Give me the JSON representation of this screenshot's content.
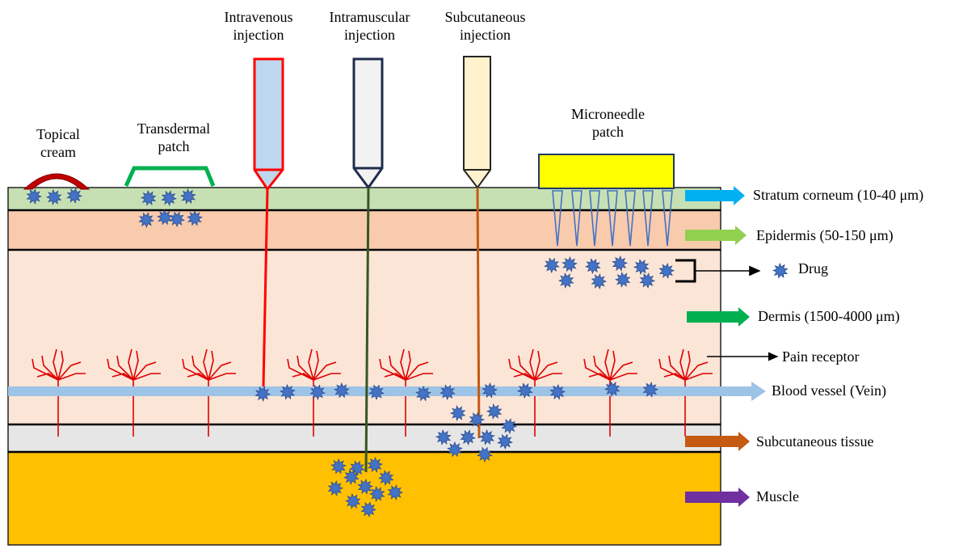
{
  "devices": {
    "topical_cream": {
      "line1": "Topical",
      "line2": "cream"
    },
    "transdermal_patch": {
      "line1": "Transdermal",
      "line2": "patch"
    },
    "intravenous": {
      "line1": "Intravenous",
      "line2": "injection"
    },
    "intramuscular": {
      "line1": "Intramuscular",
      "line2": "injection"
    },
    "subcutaneous": {
      "line1": "Subcutaneous",
      "line2": "injection"
    },
    "microneedle": {
      "line1": "Microneedle",
      "line2": "patch"
    }
  },
  "layer_labels": {
    "stratum_corneum": "Stratum corneum (10-40 μm)",
    "epidermis": "Epidermis (50-150 μm)",
    "drug": "Drug",
    "dermis": "Dermis (1500-4000 μm)",
    "pain_receptor": "Pain receptor",
    "blood_vessel": "Blood vessel (Vein)",
    "subcutaneous_tissue": "Subcutaneous tissue",
    "muscle": "Muscle"
  },
  "colors": {
    "stratum_corneum": "#c6e0b4",
    "epidermis": "#f8cbad",
    "dermis": "#fbe5d6",
    "subcutaneous": "#e7e6e6",
    "muscle": "#ffc000",
    "drug": "#4472c4",
    "nerve": "#e00000",
    "vein": "#9dc3e6",
    "arrow_stratum": "#00b0f0",
    "arrow_epidermis": "#92d050",
    "arrow_dermis": "#00b050",
    "arrow_subcutaneous": "#c55a11",
    "arrow_muscle": "#7030a0"
  }
}
